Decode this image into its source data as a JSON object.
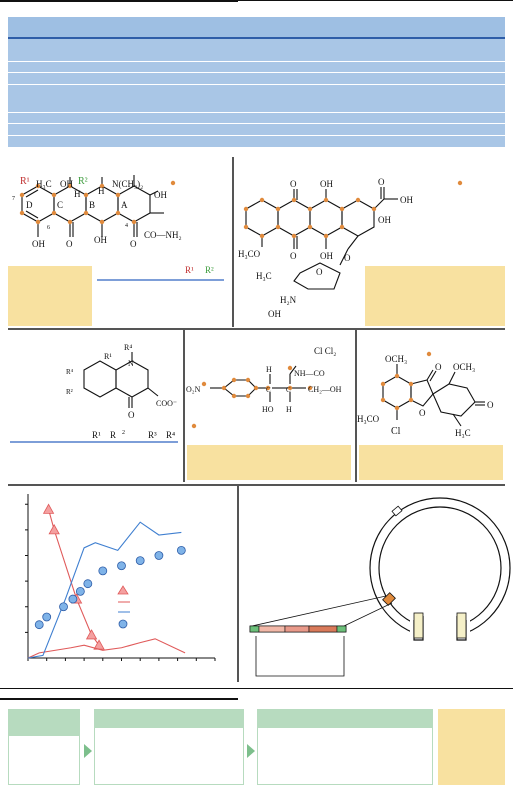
{
  "colors": {
    "table_fill": "#a9c6e6",
    "table_header_rule": "#2e5da8",
    "note_fill": "#f8e1a0",
    "orange_dot": "#e08a3c",
    "blue_series": "#3f7fd0",
    "red_series": "#e05a5a",
    "flow_green": "#b7dbbf"
  },
  "tetracycline": {
    "r1": "R¹",
    "r2": "R²",
    "h3c": "H₃C",
    "oh_top": "OH",
    "h_top": "H",
    "h_ring": "H",
    "nme2": "N(CH₃)₂",
    "oh_right": "OH",
    "ring_d": "D",
    "ring_c": "C",
    "ring_b": "B",
    "ring_a": "A",
    "conh2": "CO—NH₂",
    "oh_bl": "OH",
    "o_1": "O",
    "oh_mid": "OH",
    "o_2": "O",
    "num_6": "6",
    "num_7": "7",
    "num_4": "4",
    "legend_r1": "R¹",
    "legend_r2": "R²"
  },
  "anthracycline": {
    "o_top": "O",
    "oh_top": "OH",
    "o_side": "O",
    "oh_side": "OH",
    "oh_ring": "OH",
    "h3co": "H₃CO",
    "o_bottom": "O",
    "oh_bottom": "OH",
    "o_link": "O",
    "h3c": "H₃C",
    "o_sugar": "O",
    "h2n": "H₂N",
    "oh_sugar": "OH"
  },
  "quinolone": {
    "r4_top": "R⁴",
    "r1_n": "R¹",
    "n_ring": "N",
    "r4_left": "R⁴",
    "r2_left": "R²",
    "o_bottom": "O",
    "coo": "COO⁻",
    "legend": [
      "R¹",
      "R",
      "2",
      "R³",
      "R⁴"
    ]
  },
  "chloramphenicol": {
    "cl2": "Cl Cl₂",
    "h_1": "H",
    "nh_co": "NH—CO",
    "o2n": "O₂N",
    "c_1": "C",
    "c_2": "C",
    "ch2oh": "CH₂—OH",
    "ho": "HO",
    "h_2": "H"
  },
  "griseofulvin": {
    "och3_top": "OCH₃",
    "o_ketone": "O",
    "och3_right": "OCH₃",
    "h3co": "H₃CO",
    "o_ring": "O",
    "o_far": "O",
    "h3c": "H₃C",
    "cl": "Cl"
  },
  "chart_data": {
    "type": "line",
    "title": "",
    "xlabel": "",
    "ylabel": "",
    "xlim": [
      0,
      10
    ],
    "ylim": [
      0,
      6.4
    ],
    "grid": false,
    "x_ticks": [
      0,
      1,
      2,
      3,
      4,
      5,
      6,
      7,
      8,
      9,
      10
    ],
    "series": [
      {
        "marker": "triangle",
        "style": "line+marker",
        "color": "#e05a5a",
        "x": [
          1.1,
          1.4,
          2.6,
          3.4,
          3.8
        ],
        "y": [
          5.8,
          5.0,
          2.3,
          0.9,
          0.5
        ]
      },
      {
        "marker": "none",
        "style": "line",
        "color": "#e05a5a",
        "x": [
          0,
          0.6,
          2.3,
          3.0,
          4.0,
          5.0,
          6.0,
          6.8,
          8.4
        ],
        "y": [
          0.0,
          0.2,
          0.4,
          0.5,
          0.3,
          0.4,
          0.6,
          0.75,
          0.2
        ]
      },
      {
        "marker": "none",
        "style": "line",
        "color": "#3f7fd0",
        "x": [
          0,
          0.8,
          2.0,
          3.0,
          3.6,
          4.8,
          6.0,
          7.0,
          8.2
        ],
        "y": [
          0.0,
          0.1,
          2.3,
          4.3,
          4.5,
          4.2,
          5.3,
          4.8,
          4.9
        ]
      },
      {
        "marker": "circle",
        "style": "marker",
        "color": "#3f7fd0",
        "x": [
          0.6,
          1.0,
          1.9,
          2.4,
          2.8,
          3.2,
          4.0,
          5.0,
          6.0,
          7.0,
          8.2
        ],
        "y": [
          1.3,
          1.6,
          2.0,
          2.3,
          2.6,
          2.9,
          3.4,
          3.6,
          3.8,
          4.0,
          4.2
        ]
      }
    ]
  }
}
